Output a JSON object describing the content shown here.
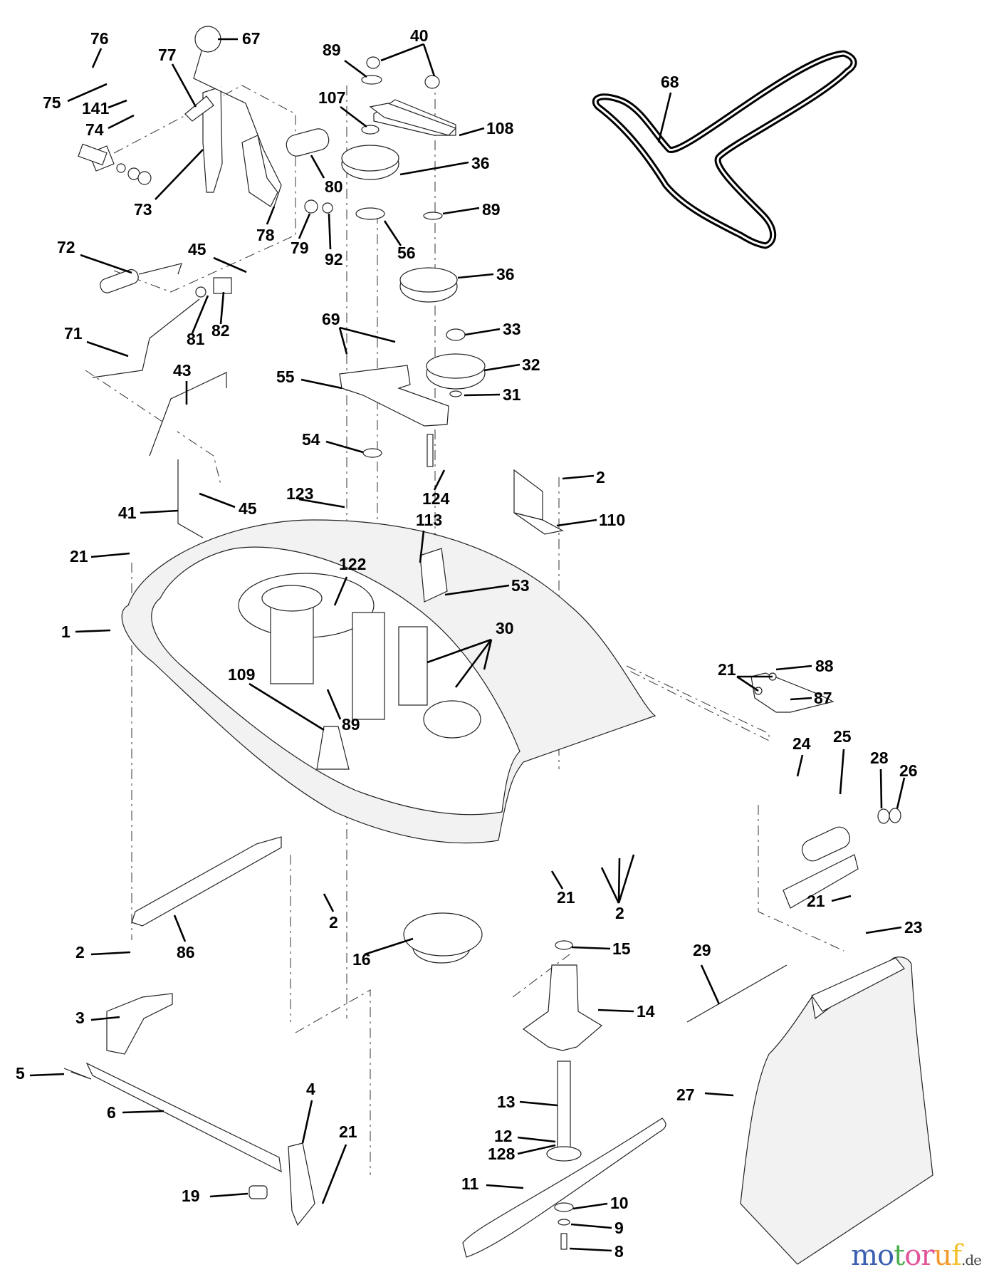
{
  "diagram": {
    "title": "Mower deck exploded parts diagram",
    "callouts": [
      {
        "id": "c76",
        "text": "76"
      },
      {
        "id": "c75",
        "text": "75"
      },
      {
        "id": "c141",
        "text": "141"
      },
      {
        "id": "c74",
        "text": "74"
      },
      {
        "id": "c77",
        "text": "77"
      },
      {
        "id": "c67",
        "text": "67"
      },
      {
        "id": "c73",
        "text": "73"
      },
      {
        "id": "c80",
        "text": "80"
      },
      {
        "id": "c78",
        "text": "78"
      },
      {
        "id": "c79",
        "text": "79"
      },
      {
        "id": "c92",
        "text": "92"
      },
      {
        "id": "c89a",
        "text": "89"
      },
      {
        "id": "c40",
        "text": "40"
      },
      {
        "id": "c107",
        "text": "107"
      },
      {
        "id": "c108",
        "text": "108"
      },
      {
        "id": "c36a",
        "text": "36"
      },
      {
        "id": "c89b",
        "text": "89"
      },
      {
        "id": "c56",
        "text": "56"
      },
      {
        "id": "c36b",
        "text": "36"
      },
      {
        "id": "c33",
        "text": "33"
      },
      {
        "id": "c32",
        "text": "32"
      },
      {
        "id": "c31",
        "text": "31"
      },
      {
        "id": "c68",
        "text": "68"
      },
      {
        "id": "c72",
        "text": "72"
      },
      {
        "id": "c45a",
        "text": "45"
      },
      {
        "id": "c81",
        "text": "81"
      },
      {
        "id": "c82",
        "text": "82"
      },
      {
        "id": "c71",
        "text": "71"
      },
      {
        "id": "c69",
        "text": "69"
      },
      {
        "id": "c55",
        "text": "55"
      },
      {
        "id": "c43",
        "text": "43"
      },
      {
        "id": "c54",
        "text": "54"
      },
      {
        "id": "c124",
        "text": "124"
      },
      {
        "id": "c2a",
        "text": "2"
      },
      {
        "id": "c110",
        "text": "110"
      },
      {
        "id": "c123",
        "text": "123"
      },
      {
        "id": "c41",
        "text": "41"
      },
      {
        "id": "c45b",
        "text": "45"
      },
      {
        "id": "c113",
        "text": "113"
      },
      {
        "id": "c21a",
        "text": "21"
      },
      {
        "id": "c122",
        "text": "122"
      },
      {
        "id": "c53",
        "text": "53"
      },
      {
        "id": "c1",
        "text": "1"
      },
      {
        "id": "c30",
        "text": "30"
      },
      {
        "id": "c21b",
        "text": "21"
      },
      {
        "id": "c88",
        "text": "88"
      },
      {
        "id": "c87",
        "text": "87"
      },
      {
        "id": "c109",
        "text": "109"
      },
      {
        "id": "c89c",
        "text": "89"
      },
      {
        "id": "c24",
        "text": "24"
      },
      {
        "id": "c25",
        "text": "25"
      },
      {
        "id": "c28",
        "text": "28"
      },
      {
        "id": "c26",
        "text": "26"
      },
      {
        "id": "c21c",
        "text": "21"
      },
      {
        "id": "c2b",
        "text": "2"
      },
      {
        "id": "c21d",
        "text": "21"
      },
      {
        "id": "c2c",
        "text": "2"
      },
      {
        "id": "c23",
        "text": "23"
      },
      {
        "id": "c2d",
        "text": "2"
      },
      {
        "id": "c86",
        "text": "86"
      },
      {
        "id": "c16",
        "text": "16"
      },
      {
        "id": "c15",
        "text": "15"
      },
      {
        "id": "c29",
        "text": "29"
      },
      {
        "id": "c14",
        "text": "14"
      },
      {
        "id": "c3",
        "text": "3"
      },
      {
        "id": "c5",
        "text": "5"
      },
      {
        "id": "c6",
        "text": "6"
      },
      {
        "id": "c4",
        "text": "4"
      },
      {
        "id": "c21e",
        "text": "21"
      },
      {
        "id": "c27",
        "text": "27"
      },
      {
        "id": "c13",
        "text": "13"
      },
      {
        "id": "c12",
        "text": "12"
      },
      {
        "id": "c128",
        "text": "128"
      },
      {
        "id": "c11",
        "text": "11"
      },
      {
        "id": "c19",
        "text": "19"
      },
      {
        "id": "c10",
        "text": "10"
      },
      {
        "id": "c9",
        "text": "9"
      },
      {
        "id": "c8",
        "text": "8"
      }
    ]
  },
  "watermark": {
    "letters": [
      {
        "ch": "m",
        "color": "#3a5fb0"
      },
      {
        "ch": "o",
        "color": "#3a5fb0"
      },
      {
        "ch": "t",
        "color": "#4caf50"
      },
      {
        "ch": "o",
        "color": "#e0559a"
      },
      {
        "ch": "r",
        "color": "#e0559a"
      },
      {
        "ch": "u",
        "color": "#f29a2e"
      },
      {
        "ch": "f",
        "color": "#f2c12e"
      }
    ],
    "suffix": ".de"
  }
}
